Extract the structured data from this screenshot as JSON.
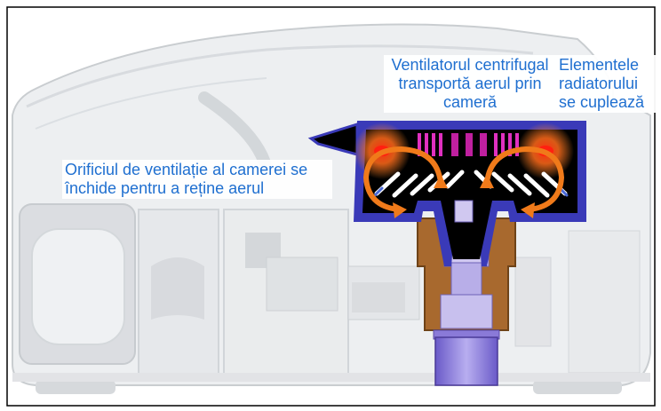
{
  "callouts": {
    "vent_opening": "Orificiul de ventilație al camerei se închide pentru a reține aerul",
    "centrifugal_fan": "Ventilatorul centrifugal transportă aerul prin cameră",
    "radiator_elements": "Elementele radiatorului se cuplează"
  },
  "colors": {
    "callout_text": "#1f6fd0",
    "chamber_outline": "#3a3ab8",
    "airflow_arrows": "#f07a1a",
    "heat_glow": "#ff3a1a",
    "motor_housing": "#a8692e",
    "motor": "#8a7ad8"
  }
}
